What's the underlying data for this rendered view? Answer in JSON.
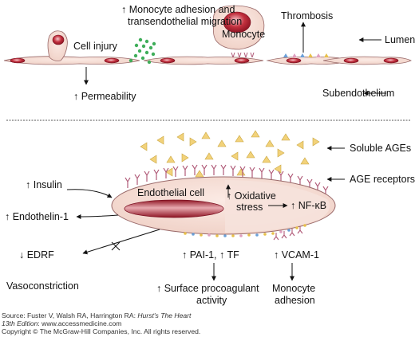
{
  "top": {
    "monocyte_adhesion_line1": "↑ Monocyte adhesion and",
    "monocyte_adhesion_line2": "transendothelial migration",
    "cell_injury": "Cell injury",
    "monocyte": "Monocyte",
    "thrombosis": "Thrombosis",
    "lumen": "Lumen",
    "permeability": "↑ Permeability",
    "subendothelium": "Subendothelium"
  },
  "bottom": {
    "soluble_ages": "Soluble AGEs",
    "age_receptors": "AGE receptors",
    "insulin": "↑ Insulin",
    "endothelial_cell": "Endothelial cell",
    "oxidative_line1": "↑ Oxidative",
    "oxidative_line2": "stress",
    "nfkb": "↑ NF-κB",
    "endothelin": "↑ Endothelin-1",
    "edrf": "↓ EDRF",
    "vasoconstriction": "Vasoconstriction",
    "pai_tf": "↑ PAI-1, ↑ TF",
    "procoag_line1": "↑ Surface procoagulant",
    "procoag_line2": "activity",
    "vcam": "↑ VCAM-1",
    "monocyte_adh_line1": "Monocyte",
    "monocyte_adh_line2": "adhesion"
  },
  "source": {
    "prefix": "Source: Fuster V, Walsh RA, Harrington RA: ",
    "book": "Hurst's The Heart",
    "edition": "13th Edition",
    "url_suffix": ": www.accessmedicine.com",
    "copyright": "Copyright © The McGraw-Hill Companies, Inc. All rights reserved."
  },
  "colors": {
    "cell_fill": "#f3dcd4",
    "nucleus": "#b01e2e",
    "age_triangle": "#f2d27a",
    "receptor": "#b05a78",
    "green_particle": "#3fae5a",
    "divider": "#555555"
  }
}
